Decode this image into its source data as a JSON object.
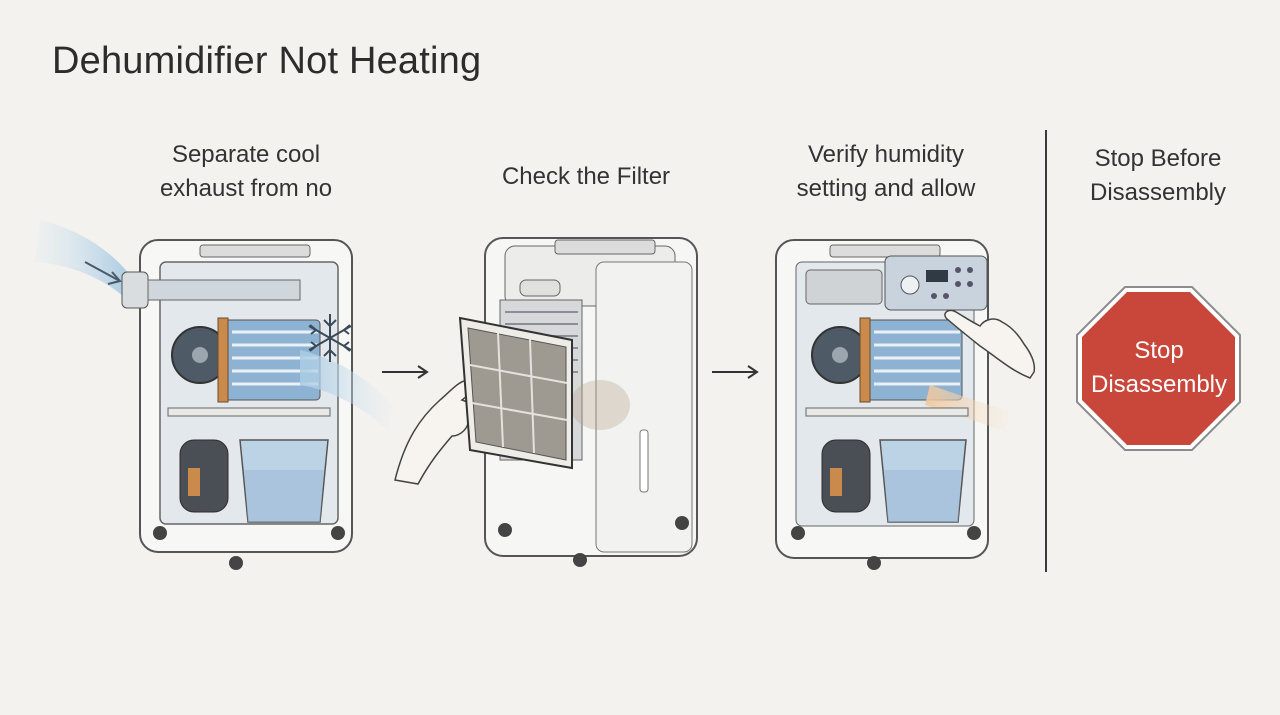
{
  "title": "Dehumidifier Not Heating",
  "steps": [
    {
      "caption": "Separate cool exhaust from no"
    },
    {
      "caption": "Check the Filter"
    },
    {
      "caption": "Verify humidity setting and allow"
    },
    {
      "caption": "Stop Before Disassembly"
    }
  ],
  "stop_sign": {
    "text": "Stop Disassembly",
    "color": "#c8463a"
  },
  "colors": {
    "background": "#f3f2ee",
    "unit_body": "#f7f7f5",
    "coil_blue": "#7fa6c9",
    "copper": "#c98a4b",
    "airflow": "#b9d6ea"
  },
  "icons": [
    "snowflake-icon",
    "arrow-right-icon",
    "hand-icon",
    "stop-sign-icon"
  ]
}
